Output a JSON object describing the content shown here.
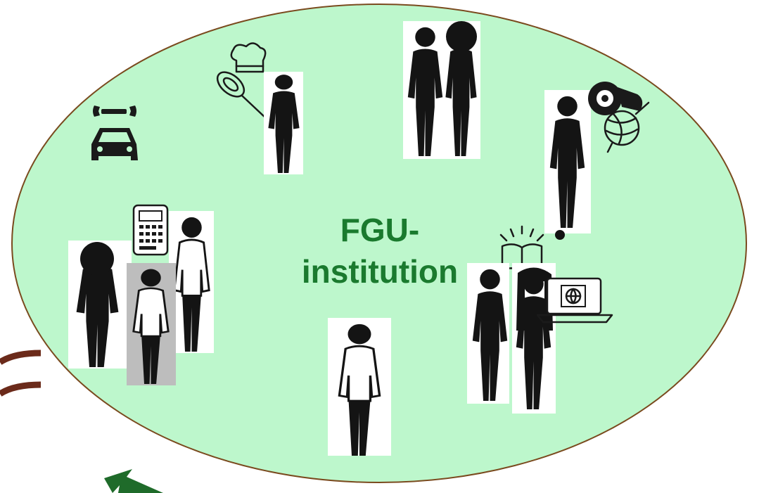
{
  "diagram": {
    "title_lines": [
      "FGU-",
      "institution"
    ],
    "colors": {
      "ellipse_fill": "#bdf7cc",
      "ellipse_stroke": "#7a4a1e",
      "title_text": "#1a7a2e",
      "arrow": "#1f6b2a",
      "connector_lines": "#6b2a1a"
    },
    "groups": [
      {
        "id": "mechanic",
        "icons": [
          "wrench-icon",
          "car-icon"
        ],
        "people": 0
      },
      {
        "id": "chef",
        "icons": [
          "chef-hat-icon",
          "whisk-icon"
        ],
        "people": 1
      },
      {
        "id": "pair-top",
        "icons": [],
        "people": 2
      },
      {
        "id": "crafts",
        "icons": [
          "measuring-tape-icon",
          "yarn-ball-icon"
        ],
        "people": 1
      },
      {
        "id": "office-group",
        "icons": [
          "calculator-icon"
        ],
        "people": 3
      },
      {
        "id": "center-bottom",
        "icons": [],
        "people": 1
      },
      {
        "id": "study-group",
        "icons": [
          "open-book-icon",
          "laptop-globe-icon"
        ],
        "people": 2
      }
    ]
  }
}
